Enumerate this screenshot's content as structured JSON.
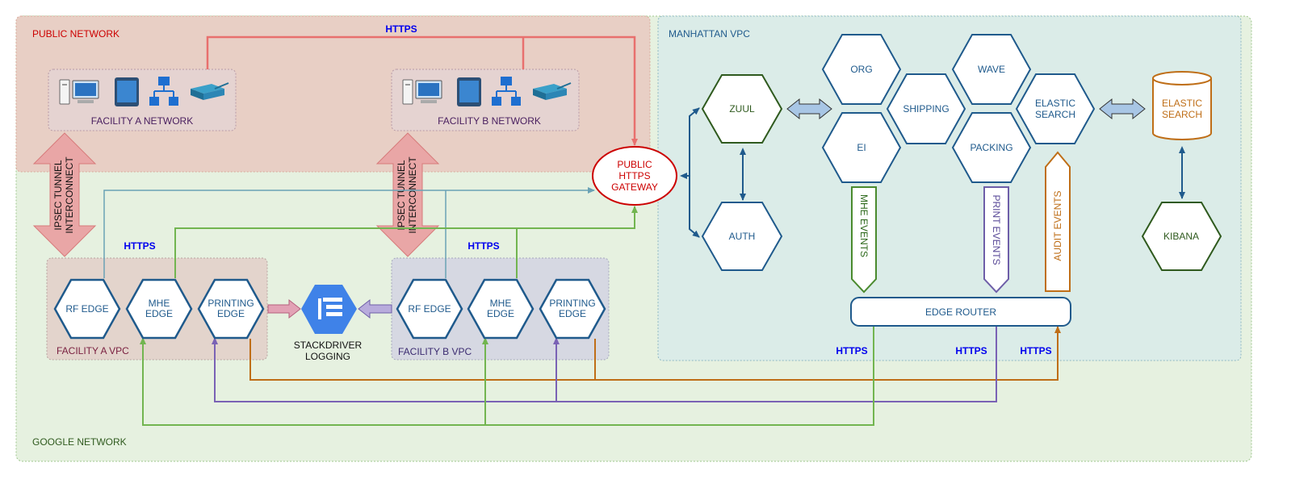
{
  "regions": {
    "google": "GOOGLE NETWORK",
    "public": "PUBLIC NETWORK",
    "manhattan": "MANHATTAN VPC",
    "facility_a_network": "FACILITY A NETWORK",
    "facility_b_network": "FACILITY B NETWORK",
    "facility_a_vpc": "FACILITY A VPC",
    "facility_b_vpc": "FACILITY B VPC"
  },
  "tunnel": {
    "line1": "IPSEC TUNNEL",
    "line2": "INTERCONNECT"
  },
  "edges_a": {
    "rf": "RF EDGE",
    "mhe1": "MHE",
    "mhe2": "EDGE",
    "print1": "PRINTING",
    "print2": "EDGE"
  },
  "edges_b": {
    "rf": "RF EDGE",
    "mhe1": "MHE",
    "mhe2": "EDGE",
    "print1": "PRINTING",
    "print2": "EDGE"
  },
  "logging": {
    "line1": "STACKDRIVER",
    "line2": "LOGGING"
  },
  "gateway": {
    "line1": "PUBLIC",
    "line2": "HTTPS",
    "line3": "GATEWAY"
  },
  "services": {
    "zuul": "ZUUL",
    "auth": "AUTH",
    "org": "ORG",
    "ei": "EI",
    "shipping": "SHIPPING",
    "wave": "WAVE",
    "packing": "PACKING",
    "es_hex1": "ELASTIC",
    "es_hex2": "SEARCH",
    "es_db1": "ELASTIC",
    "es_db2": "SEARCH",
    "kibana": "KIBANA"
  },
  "events": {
    "mhe": "MHE EVENTS",
    "print": "PRINT EVENTS",
    "audit": "AUDIT EVENTS"
  },
  "router": "EDGE ROUTER",
  "https_labels": [
    "HTTPS",
    "HTTPS",
    "HTTPS",
    "HTTPS",
    "HTTPS",
    "HTTPS"
  ],
  "colors": {
    "public_fill": "#e8cfc5",
    "google_fill": "#e6f1e0",
    "manhattan_fill": "#dbece8",
    "hex_stroke_blue": "#1f5a8c",
    "hex_stroke_green": "#2f5a1e",
    "gateway_red": "#cc0000",
    "line_red": "#e8706e",
    "line_teal": "#6aa2b5",
    "line_green": "#72b550",
    "line_purple": "#7a62b5",
    "line_orange": "#bf6e17",
    "https_blue": "#0000ee"
  }
}
